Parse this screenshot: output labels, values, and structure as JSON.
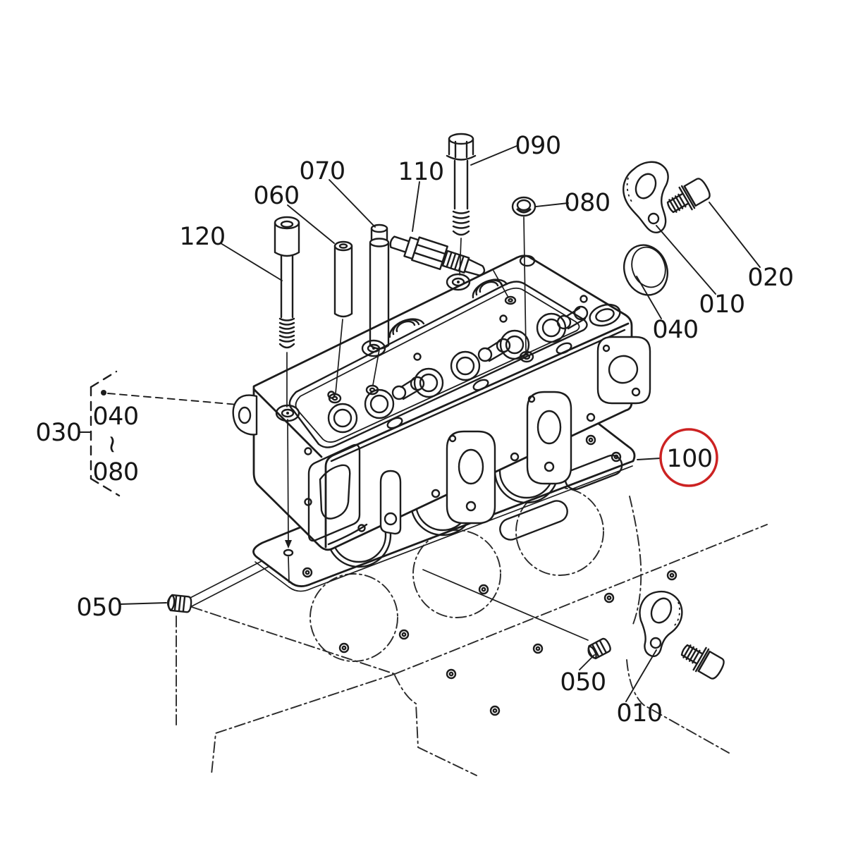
{
  "diagram": {
    "background_color": "#ffffff",
    "line_color": "#1c1c1c",
    "highlight_color": "#cc2222",
    "callouts": {
      "c090": {
        "label": "090"
      },
      "c070": {
        "label": "070"
      },
      "c110": {
        "label": "110"
      },
      "c060": {
        "label": "060"
      },
      "c080": {
        "label": "080"
      },
      "c120": {
        "label": "120"
      },
      "c020": {
        "label": "020"
      },
      "c010_top": {
        "label": "010"
      },
      "c040_right": {
        "label": "040"
      },
      "c030": {
        "label": "030"
      },
      "c040_bracket": {
        "label": "040"
      },
      "c_tilde": {
        "label": "~"
      },
      "c080_bracket": {
        "label": "080"
      },
      "c100": {
        "label": "100"
      },
      "c050_left": {
        "label": "050"
      },
      "c050_bottom": {
        "label": "050"
      },
      "c010_bottom": {
        "label": "010"
      }
    },
    "highlighted_callout": "100"
  }
}
